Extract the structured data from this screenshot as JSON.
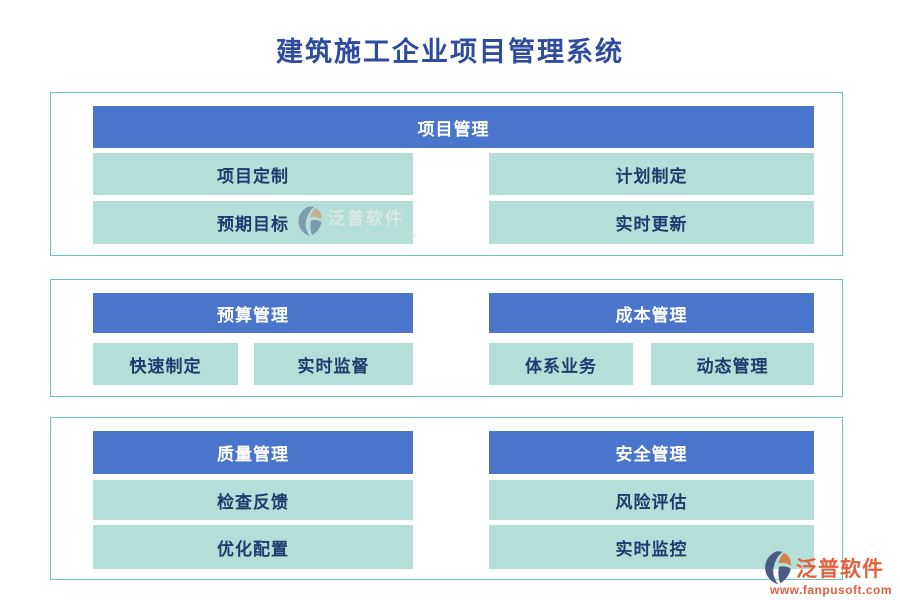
{
  "page": {
    "title": "建筑施工企业项目管理系统"
  },
  "colors": {
    "title_text": "#2E4C9E",
    "header_bg": "#4A75CA",
    "header_text": "#FFFFFF",
    "item_bg": "#B4DFD8",
    "item_text": "#1E3A6E",
    "panel_border": "#6FC5BC",
    "brand_orange": "#E2603C",
    "logo_dark": "#4A5A82",
    "logo_orange": "#D2824C"
  },
  "sections": [
    {
      "header": "项目管理",
      "items": [
        "项目定制",
        "计划制定",
        "预期目标",
        "实时更新"
      ]
    },
    {
      "columns": [
        {
          "header": "预算管理",
          "items": [
            "快速制定",
            "实时监督"
          ]
        },
        {
          "header": "成本管理",
          "items": [
            "体系业务",
            "动态管理"
          ]
        }
      ]
    },
    {
      "columns": [
        {
          "header": "质量管理",
          "items": [
            "检查反馈",
            "优化配置"
          ]
        },
        {
          "header": "安全管理",
          "items": [
            "风险评估",
            "实时监控"
          ]
        }
      ]
    }
  ],
  "watermark": {
    "name": "泛普软件",
    "subtitle": "FANPU SOFTWARE"
  },
  "brand": {
    "name": "泛普软件",
    "url": "www.fanpusoft.com"
  }
}
